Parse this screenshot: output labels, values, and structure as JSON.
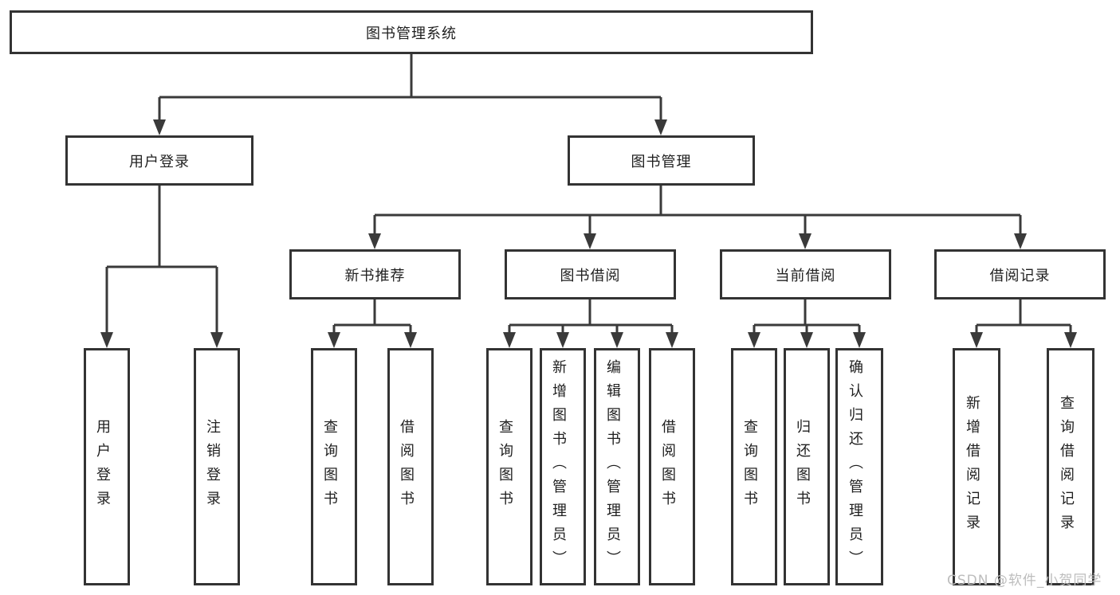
{
  "diagram": {
    "root": {
      "label": "图书管理系统"
    },
    "level2": [
      {
        "label": "用户登录",
        "leaves": [
          {
            "label": "用户登录"
          },
          {
            "label": "注销登录"
          }
        ]
      },
      {
        "label": "图书管理",
        "children": [
          {
            "label": "新书推荐",
            "leaves": [
              {
                "label": "查询图书"
              },
              {
                "label": "借阅图书"
              }
            ]
          },
          {
            "label": "图书借阅",
            "leaves": [
              {
                "label": "查询图书"
              },
              {
                "label": "新增图书（管理员）"
              },
              {
                "label": "编辑图书（管理员）"
              },
              {
                "label": "借阅图书"
              }
            ]
          },
          {
            "label": "当前借阅",
            "leaves": [
              {
                "label": "查询图书"
              },
              {
                "label": "归还图书"
              },
              {
                "label": "确认归还（管理员）"
              }
            ]
          },
          {
            "label": "借阅记录",
            "leaves": [
              {
                "label": "新增借阅记录"
              },
              {
                "label": "查询借阅记录"
              }
            ]
          }
        ]
      }
    ],
    "watermark": "CSDN @软件_小贺同学",
    "colors": {
      "line": "#3a3a3a",
      "box_border": "#333333",
      "text": "#1f1f1f",
      "background": "#ffffff",
      "watermark": "#bdbdbd"
    }
  }
}
